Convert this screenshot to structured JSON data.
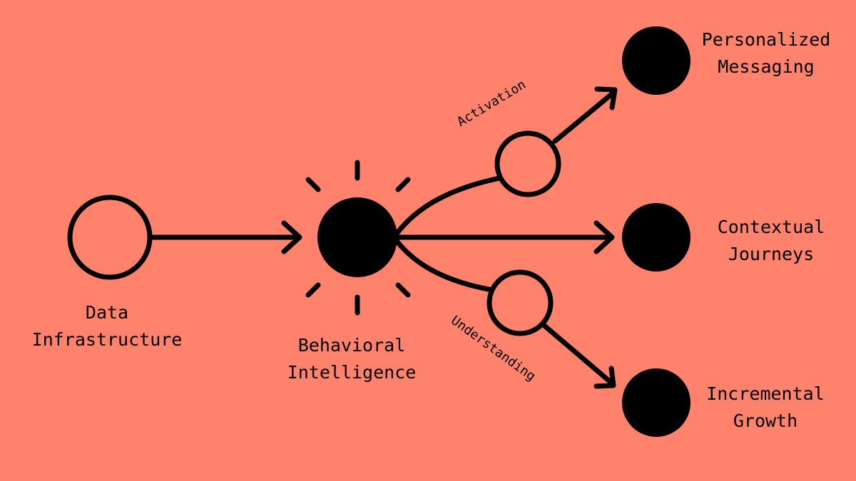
{
  "diagram": {
    "colors": {
      "background": "#FF826D",
      "ink": "#000000"
    },
    "nodes": {
      "data_infrastructure": {
        "line1": "Data",
        "line2": "Infrastructure"
      },
      "behavioral_intelligence": {
        "line1": "Behavioral",
        "line2": "Intelligence"
      },
      "personalized_messaging": {
        "line1": "Personalized",
        "line2": "Messaging"
      },
      "contextual_journeys": {
        "line1": "Contextual",
        "line2": "Journeys"
      },
      "incremental_growth": {
        "line1": "Incremental",
        "line2": "Growth"
      }
    },
    "edges": {
      "activation": "Activation",
      "understanding": "Understanding"
    }
  }
}
